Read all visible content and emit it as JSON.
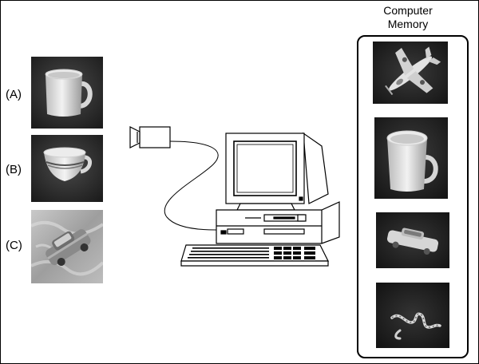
{
  "labels": {
    "a": "(A)",
    "b": "(B)",
    "c": "(C)"
  },
  "memory": {
    "title_line1": "Computer",
    "title_line2": "Memory"
  },
  "icons": [
    "mug-photo",
    "teacup-photo",
    "car-photo",
    "camera-icon",
    "computer-icon",
    "airplane-photo",
    "mug-photo",
    "car-photo",
    "snake-photo"
  ],
  "colors": {
    "photo_bg": "#3a3a3a",
    "stroke": "#000000",
    "background": "#ffffff"
  }
}
